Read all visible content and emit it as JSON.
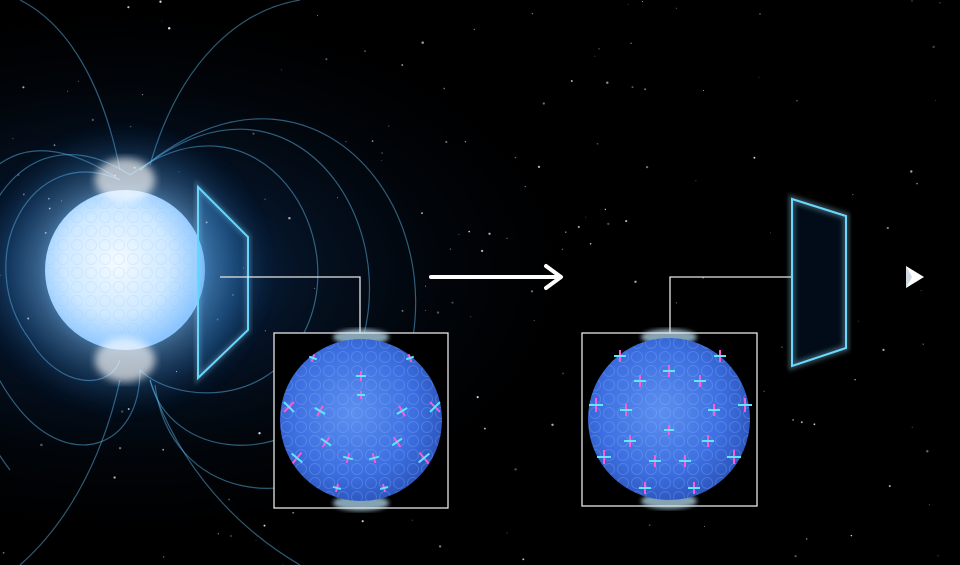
{
  "scene": {
    "background": "#000000",
    "star_glow": "#bfe6ff",
    "star_core": "#eaf7ff",
    "field_line_color": "#67c8ff",
    "plate_edge_color": "#59d2ff",
    "inset_border": "#e6e6e6",
    "arrow_color": "#ffffff",
    "polarization_colors": {
      "vertical": "#ff5bd6",
      "horizontal": "#5fe9ff"
    },
    "elements": [
      {
        "name": "neutron-star",
        "icon": "glowing-star"
      },
      {
        "name": "magnetic-field-lines",
        "icon": "field-lines"
      },
      {
        "name": "vacuum-birefringence-plate-left",
        "icon": "translucent-panel"
      },
      {
        "name": "polarization-inset-left",
        "icon": "polarization-map"
      },
      {
        "name": "propagation-arrow",
        "icon": "right-arrow"
      },
      {
        "name": "polarization-inset-right",
        "icon": "polarization-map"
      },
      {
        "name": "vacuum-birefringence-plate-right",
        "icon": "translucent-panel"
      },
      {
        "name": "observer-marker",
        "icon": "right-triangle"
      }
    ]
  }
}
